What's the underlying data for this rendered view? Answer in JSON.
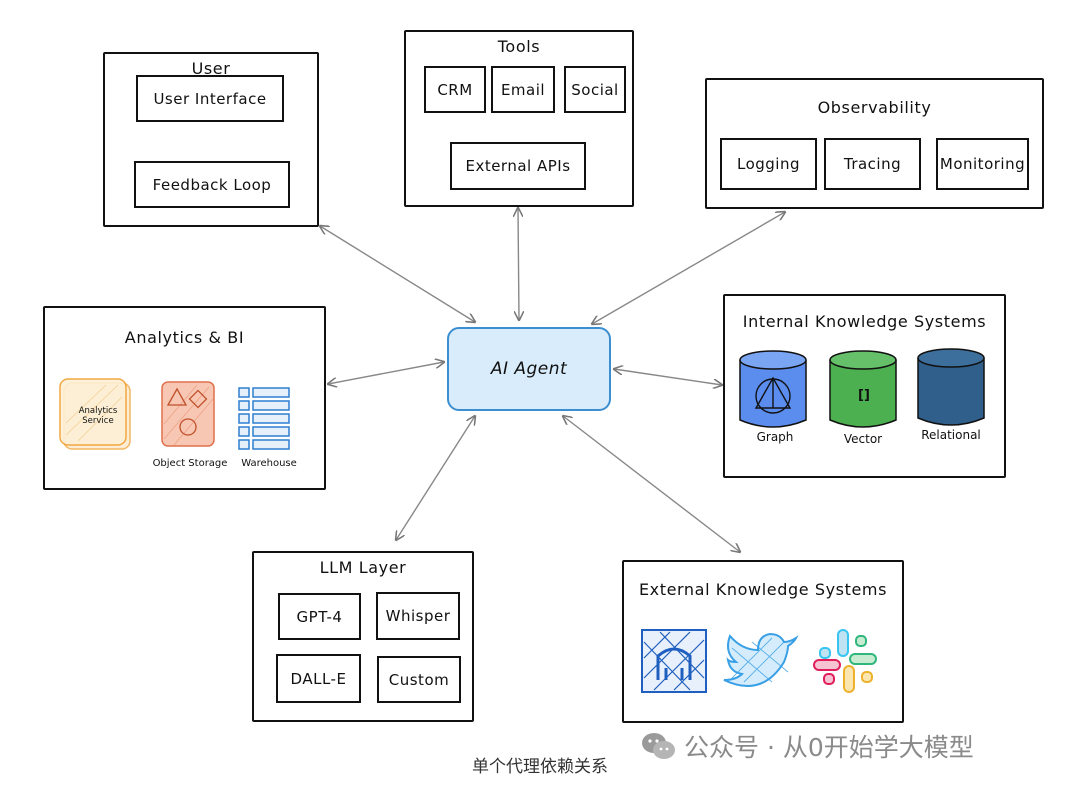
{
  "center": {
    "label": "AI Agent"
  },
  "user": {
    "title": "User",
    "interface": "User Interface",
    "feedback": "Feedback Loop"
  },
  "tools": {
    "title": "Tools",
    "crm": "CRM",
    "email": "Email",
    "social": "Social",
    "apis": "External APIs"
  },
  "observability": {
    "title": "Observability",
    "logging": "Logging",
    "tracing": "Tracing",
    "monitoring": "Monitoring"
  },
  "analytics": {
    "title": "Analytics & BI",
    "service_line1": "Analytics",
    "service_line2": "Service",
    "storage": "Object Storage",
    "warehouse": "Warehouse"
  },
  "internal": {
    "title": "Internal Knowledge Systems",
    "graph": "Graph",
    "vector": "Vector",
    "vector_symbol": "[]",
    "relational": "Relational"
  },
  "llm": {
    "title": "LLM Layer",
    "gpt4": "GPT-4",
    "whisper": "Whisper",
    "dalle": "DALL-E",
    "custom": "Custom"
  },
  "external": {
    "title": "External Knowledge Systems"
  },
  "caption": "单个代理依赖关系",
  "watermark": "公众号 · 从0开始学大模型",
  "colors": {
    "agent_fill": "#d8ecfb",
    "agent_border": "#3b8fd0",
    "graph": "#5b8def",
    "vector": "#4caf50",
    "relational": "#2f5f8a",
    "analytics_orange": "#f0a030",
    "storage_red": "#e0704a",
    "warehouse_blue": "#2f7fd0"
  },
  "icons": [
    "arrow-icon",
    "graph-db-icon",
    "vector-db-icon",
    "relational-db-icon",
    "analytics-service-icon",
    "object-storage-icon",
    "warehouse-icon",
    "github-icon",
    "twitter-icon",
    "slack-icon",
    "wechat-icon"
  ]
}
